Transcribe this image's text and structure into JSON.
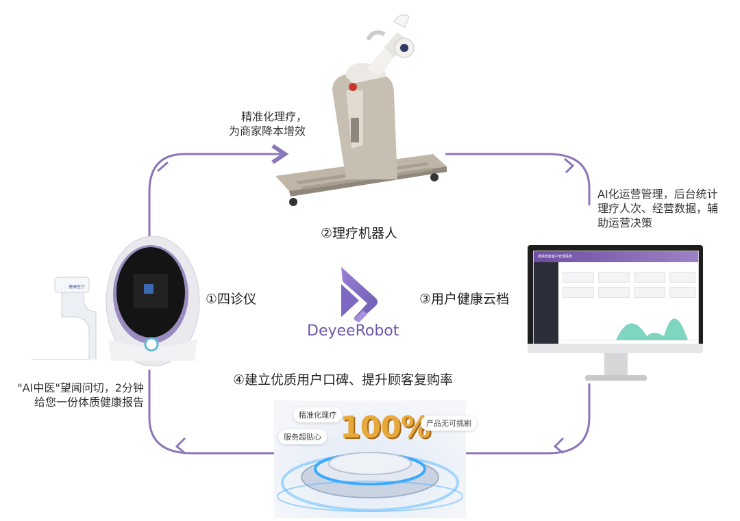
{
  "cycle_color": "#8b76b8",
  "nodes": {
    "robot": {
      "step_label": "②理疗机器人",
      "note_line1": "精准化理疗，",
      "note_line2": "为商家降本增效"
    },
    "analyzer": {
      "step_label": "①四诊仪",
      "note_line1": "\"AI中医\"望闻问切，2分钟",
      "note_line2": "给您一份体质健康报告",
      "device_brand": "健康医疗"
    },
    "monitor": {
      "step_label": "③用户健康云档",
      "note_line1": "AI化运营管理，后台统计",
      "note_line2": "理疗人次、经营数据，辅",
      "note_line3": "助运营决策",
      "screen_title": "德易智能客户管理系统"
    },
    "badge": {
      "step_label": "④建立优质用户口碑、提升顾客复购率",
      "percent": "100%",
      "chip1": "精准化理疗",
      "chip2": "产品无可挑剔",
      "chip3": "服务超贴心"
    }
  },
  "brand": {
    "name": "DeyeeRobot",
    "color": "#6f58a8"
  }
}
